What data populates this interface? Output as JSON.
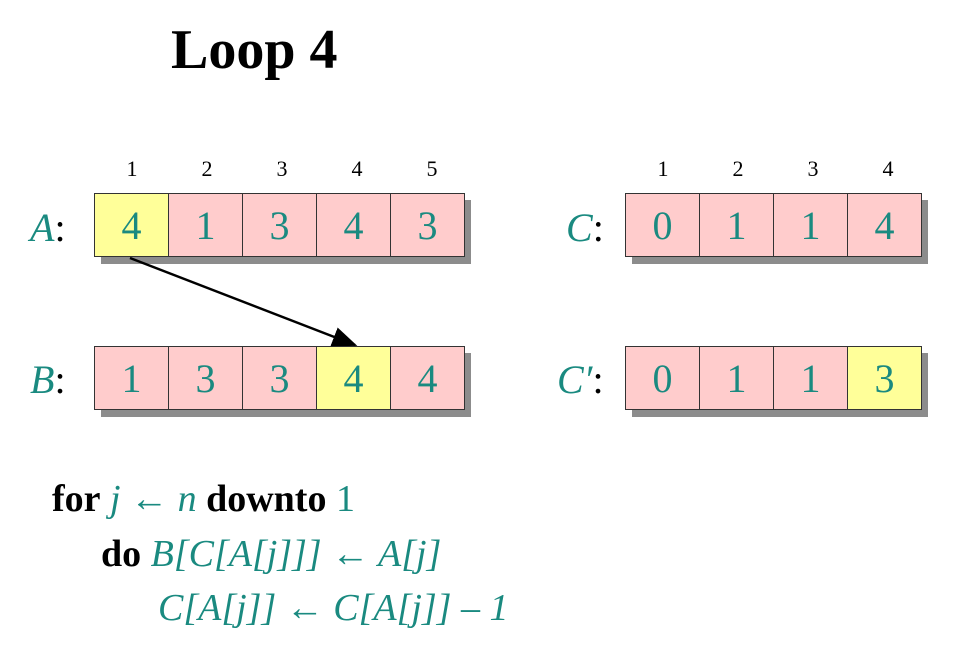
{
  "title": "Loop 4",
  "arrays": {
    "A": {
      "label": "A",
      "indices": [
        "1",
        "2",
        "3",
        "4",
        "5"
      ],
      "values": [
        "4",
        "1",
        "3",
        "4",
        "3"
      ],
      "highlight": 0
    },
    "B": {
      "label": "B",
      "values": [
        "1",
        "3",
        "3",
        "4",
        "4"
      ],
      "highlight": 3
    },
    "C": {
      "label": "C",
      "indices": [
        "1",
        "2",
        "3",
        "4"
      ],
      "values": [
        "0",
        "1",
        "1",
        "4"
      ],
      "highlight": -1
    },
    "Cp": {
      "label": "C′",
      "values": [
        "0",
        "1",
        "1",
        "3"
      ],
      "highlight": 3
    }
  },
  "code": {
    "line1": {
      "kw_for": "for",
      "j": "j",
      "arrow": "←",
      "n": "n",
      "kw_downto": "downto",
      "one": "1"
    },
    "line2": {
      "kw_do": "do",
      "text": "B[C[A[j]]] ← A[j]"
    },
    "line3": {
      "text": "C[A[j]] ← C[A[j]] – 1"
    }
  },
  "colors": {
    "cell": "#ffcccc",
    "highlight": "#ffff99",
    "teal": "#1a8a80",
    "shadow": "#8c8c8c"
  }
}
